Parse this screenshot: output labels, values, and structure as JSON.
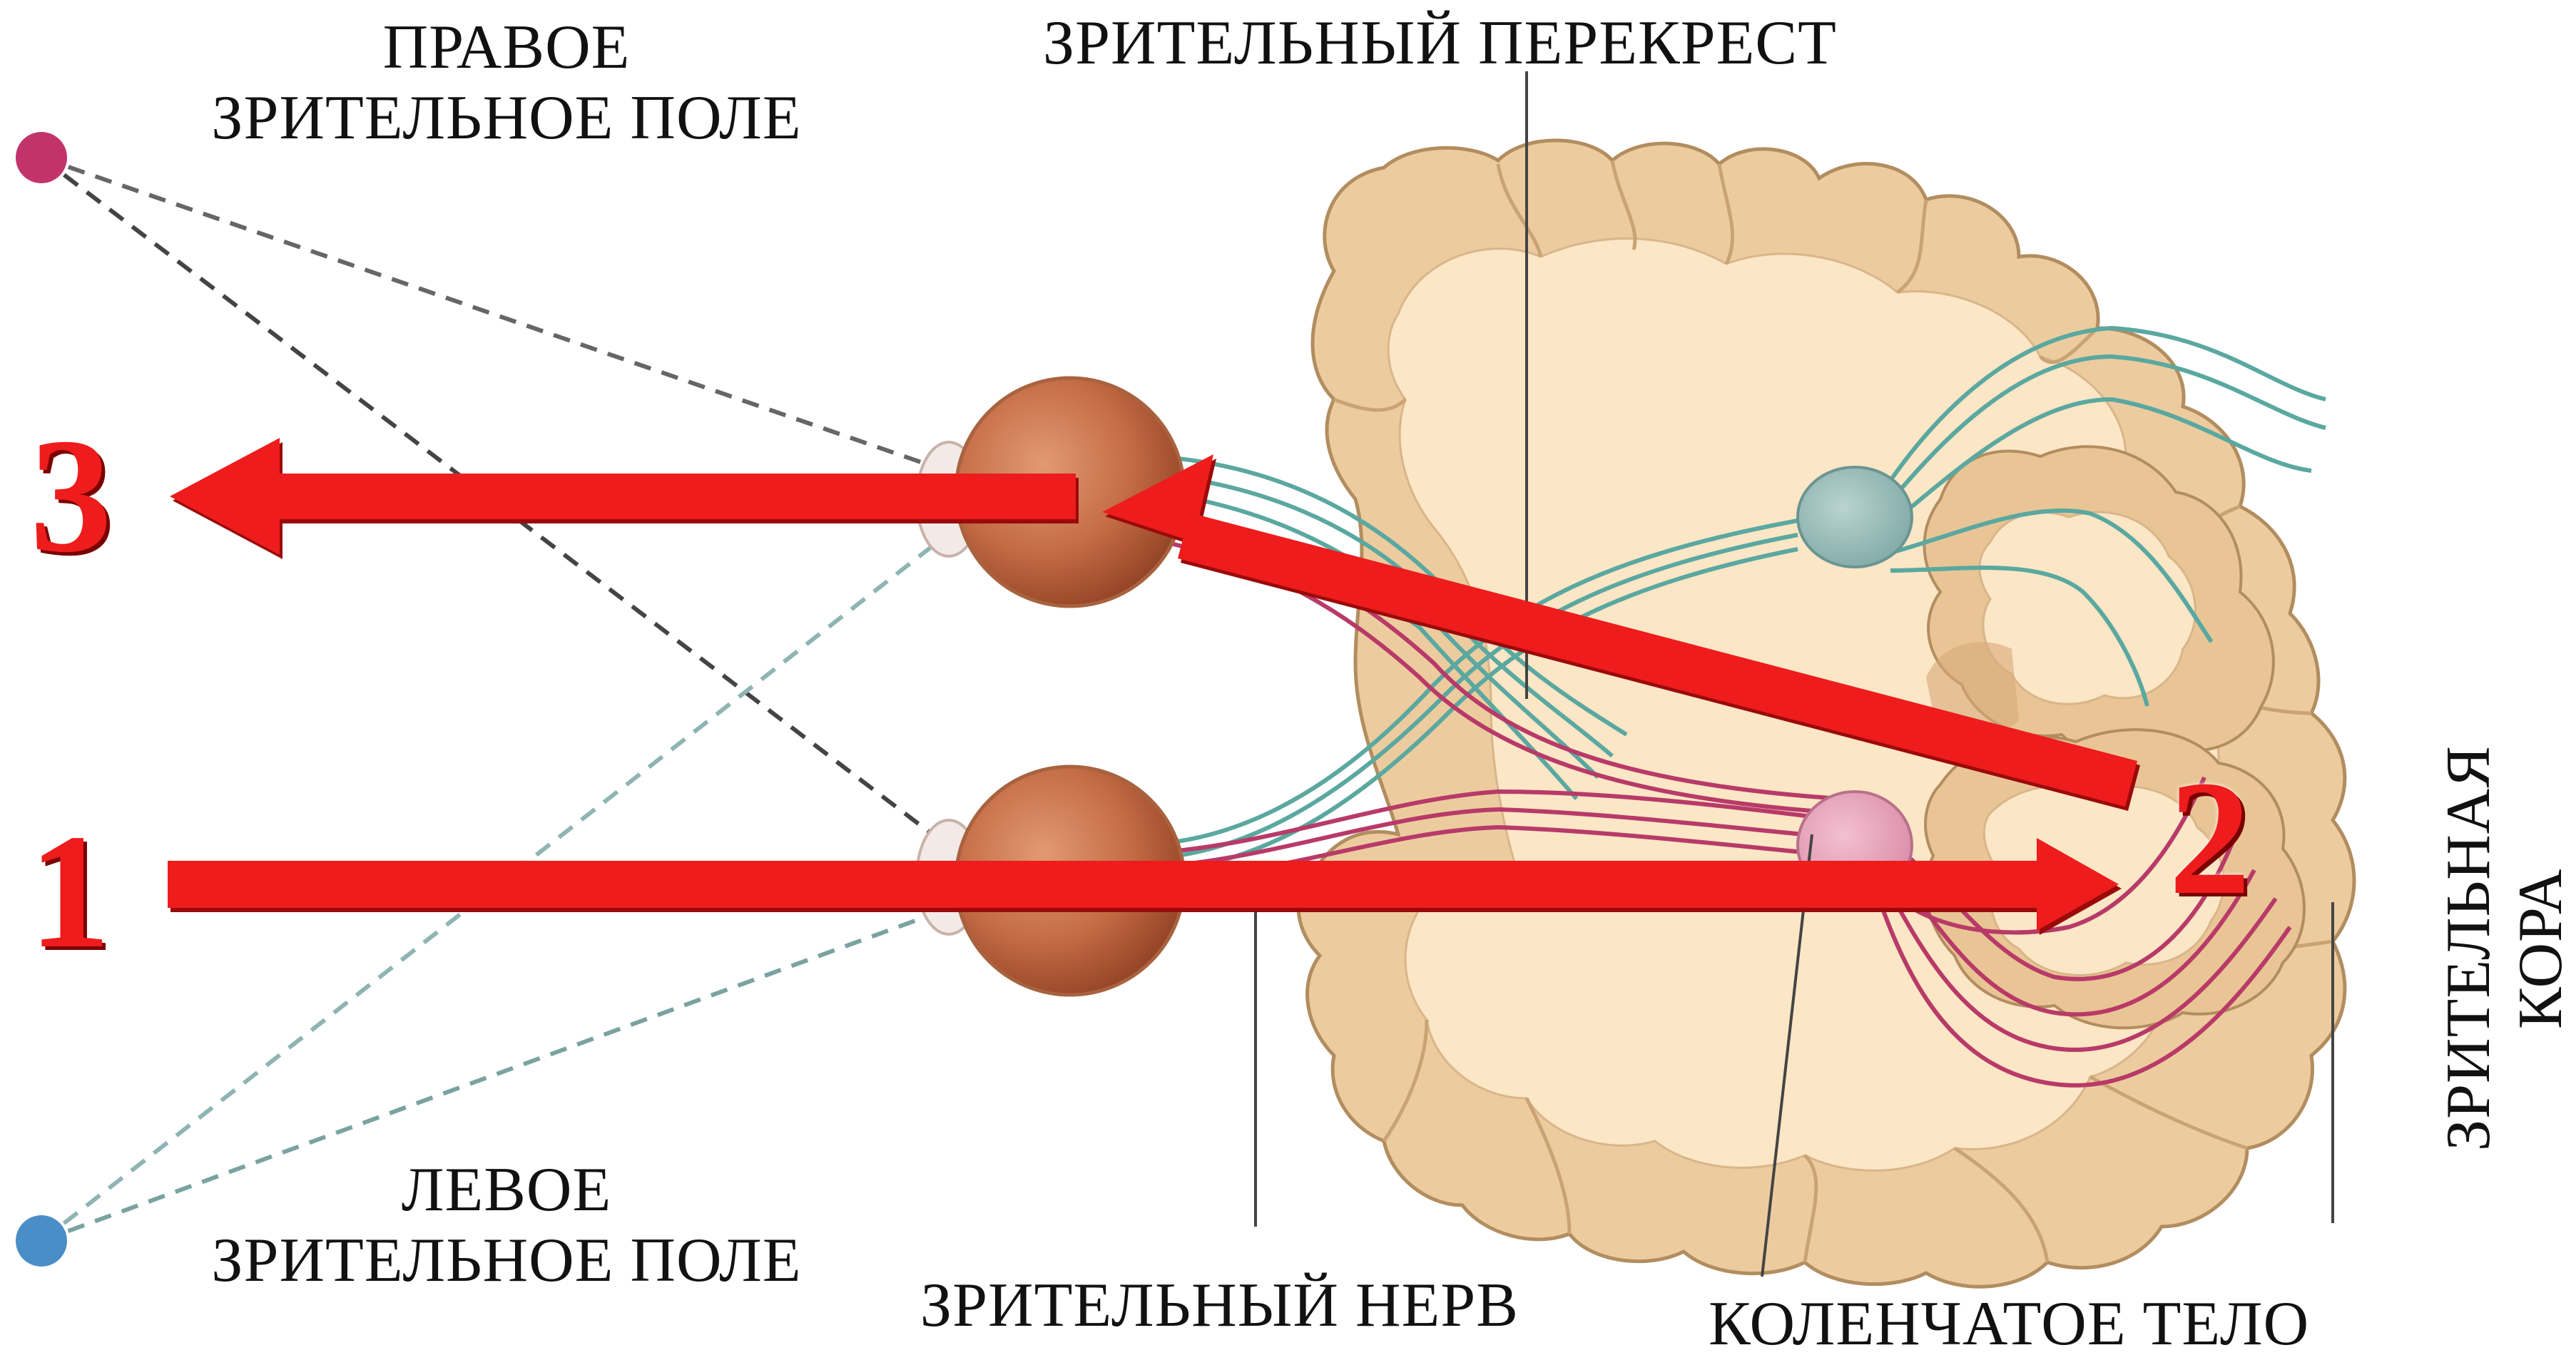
{
  "labels": {
    "right_field_line1": "ПРАВОЕ",
    "right_field_line2": "ЗРИТЕЛЬНОЕ ПОЛЕ",
    "left_field_line1": "ЛЕВОЕ",
    "left_field_line2": "ЗРИТЕЛЬНОЕ ПОЛЕ",
    "chiasm": "ЗРИТЕЛЬНЫЙ ПЕРЕКРЕСТ",
    "optic_nerve": "ЗРИТЕЛЬНЫЙ НЕРВ",
    "geniculate_body": "КОЛЕНЧАТОЕ ТЕЛО",
    "visual_cortex_line1": "ЗРИТЕЛЬНАЯ",
    "visual_cortex_line2": "КОРА"
  },
  "markers": {
    "one": "1",
    "two": "2",
    "three": "3"
  },
  "colors": {
    "arrow": "#ee1c1c",
    "arrow_shadow": "#9a0a0a",
    "brain_cortex": "#eccc9f",
    "brain_white_matter": "#fbe6c6",
    "eye": "#c8724a",
    "teal_pathway": "#5aa8a0",
    "magenta_pathway": "#b83a68",
    "right_field_dot": "#c2336c",
    "left_field_dot": "#4a8ec7"
  }
}
